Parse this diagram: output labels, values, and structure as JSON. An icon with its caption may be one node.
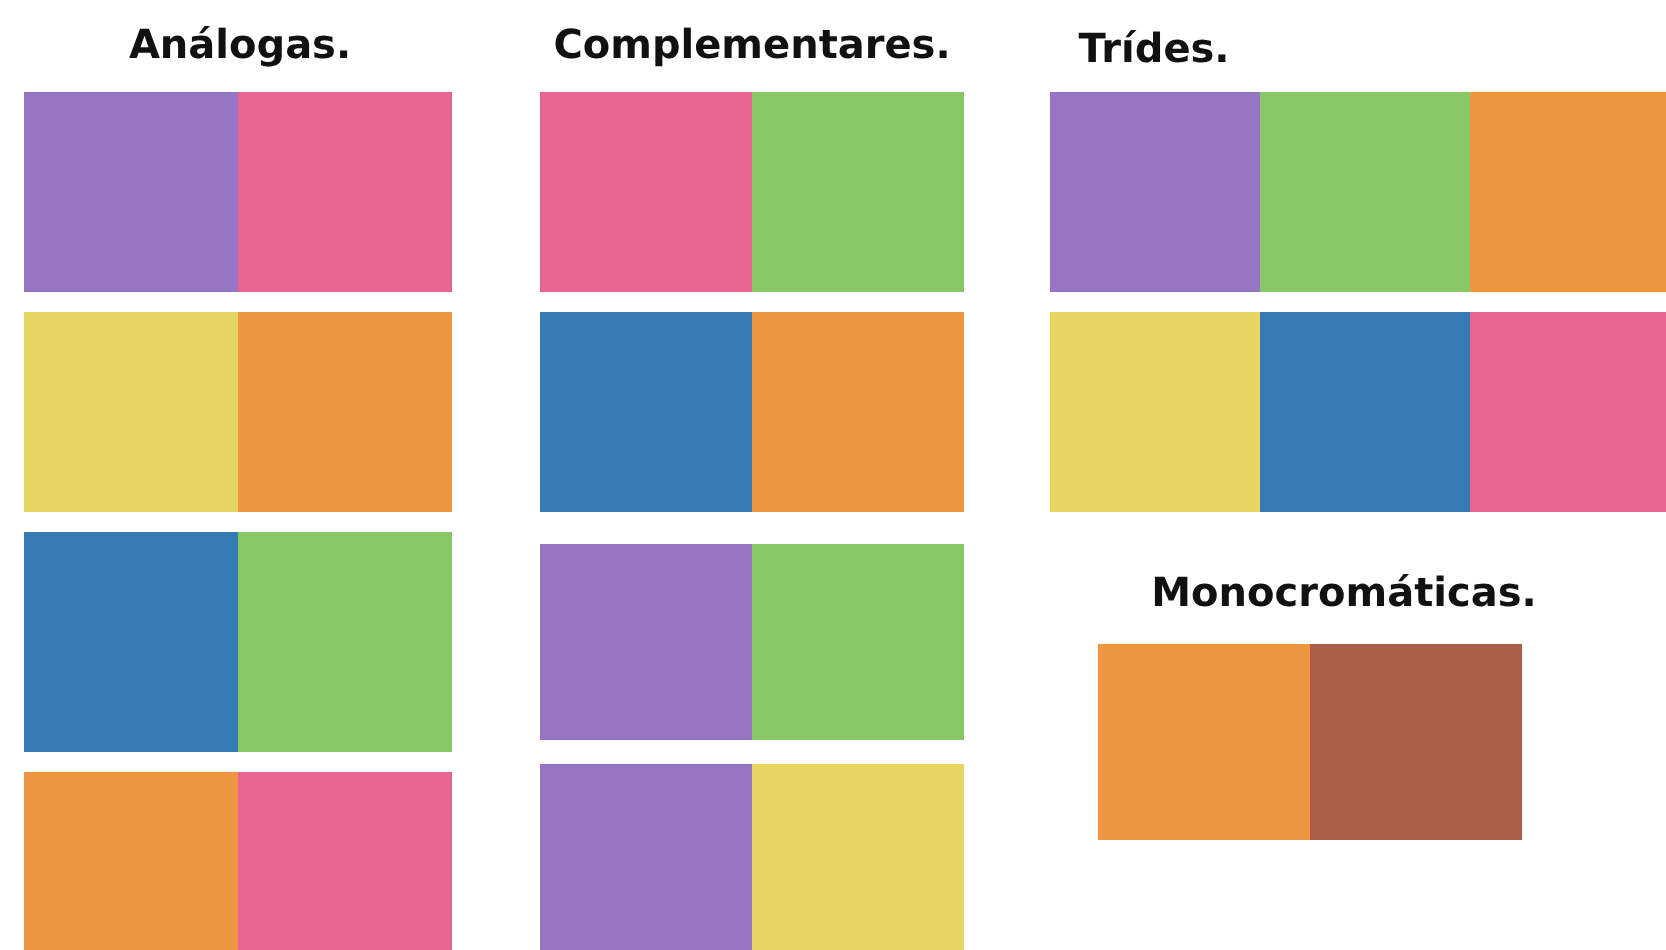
{
  "diagram": {
    "labels": [
      "Análogas.",
      "Complementares.",
      "Trídes.",
      "Monocromáticas."
    ]
  }
}
